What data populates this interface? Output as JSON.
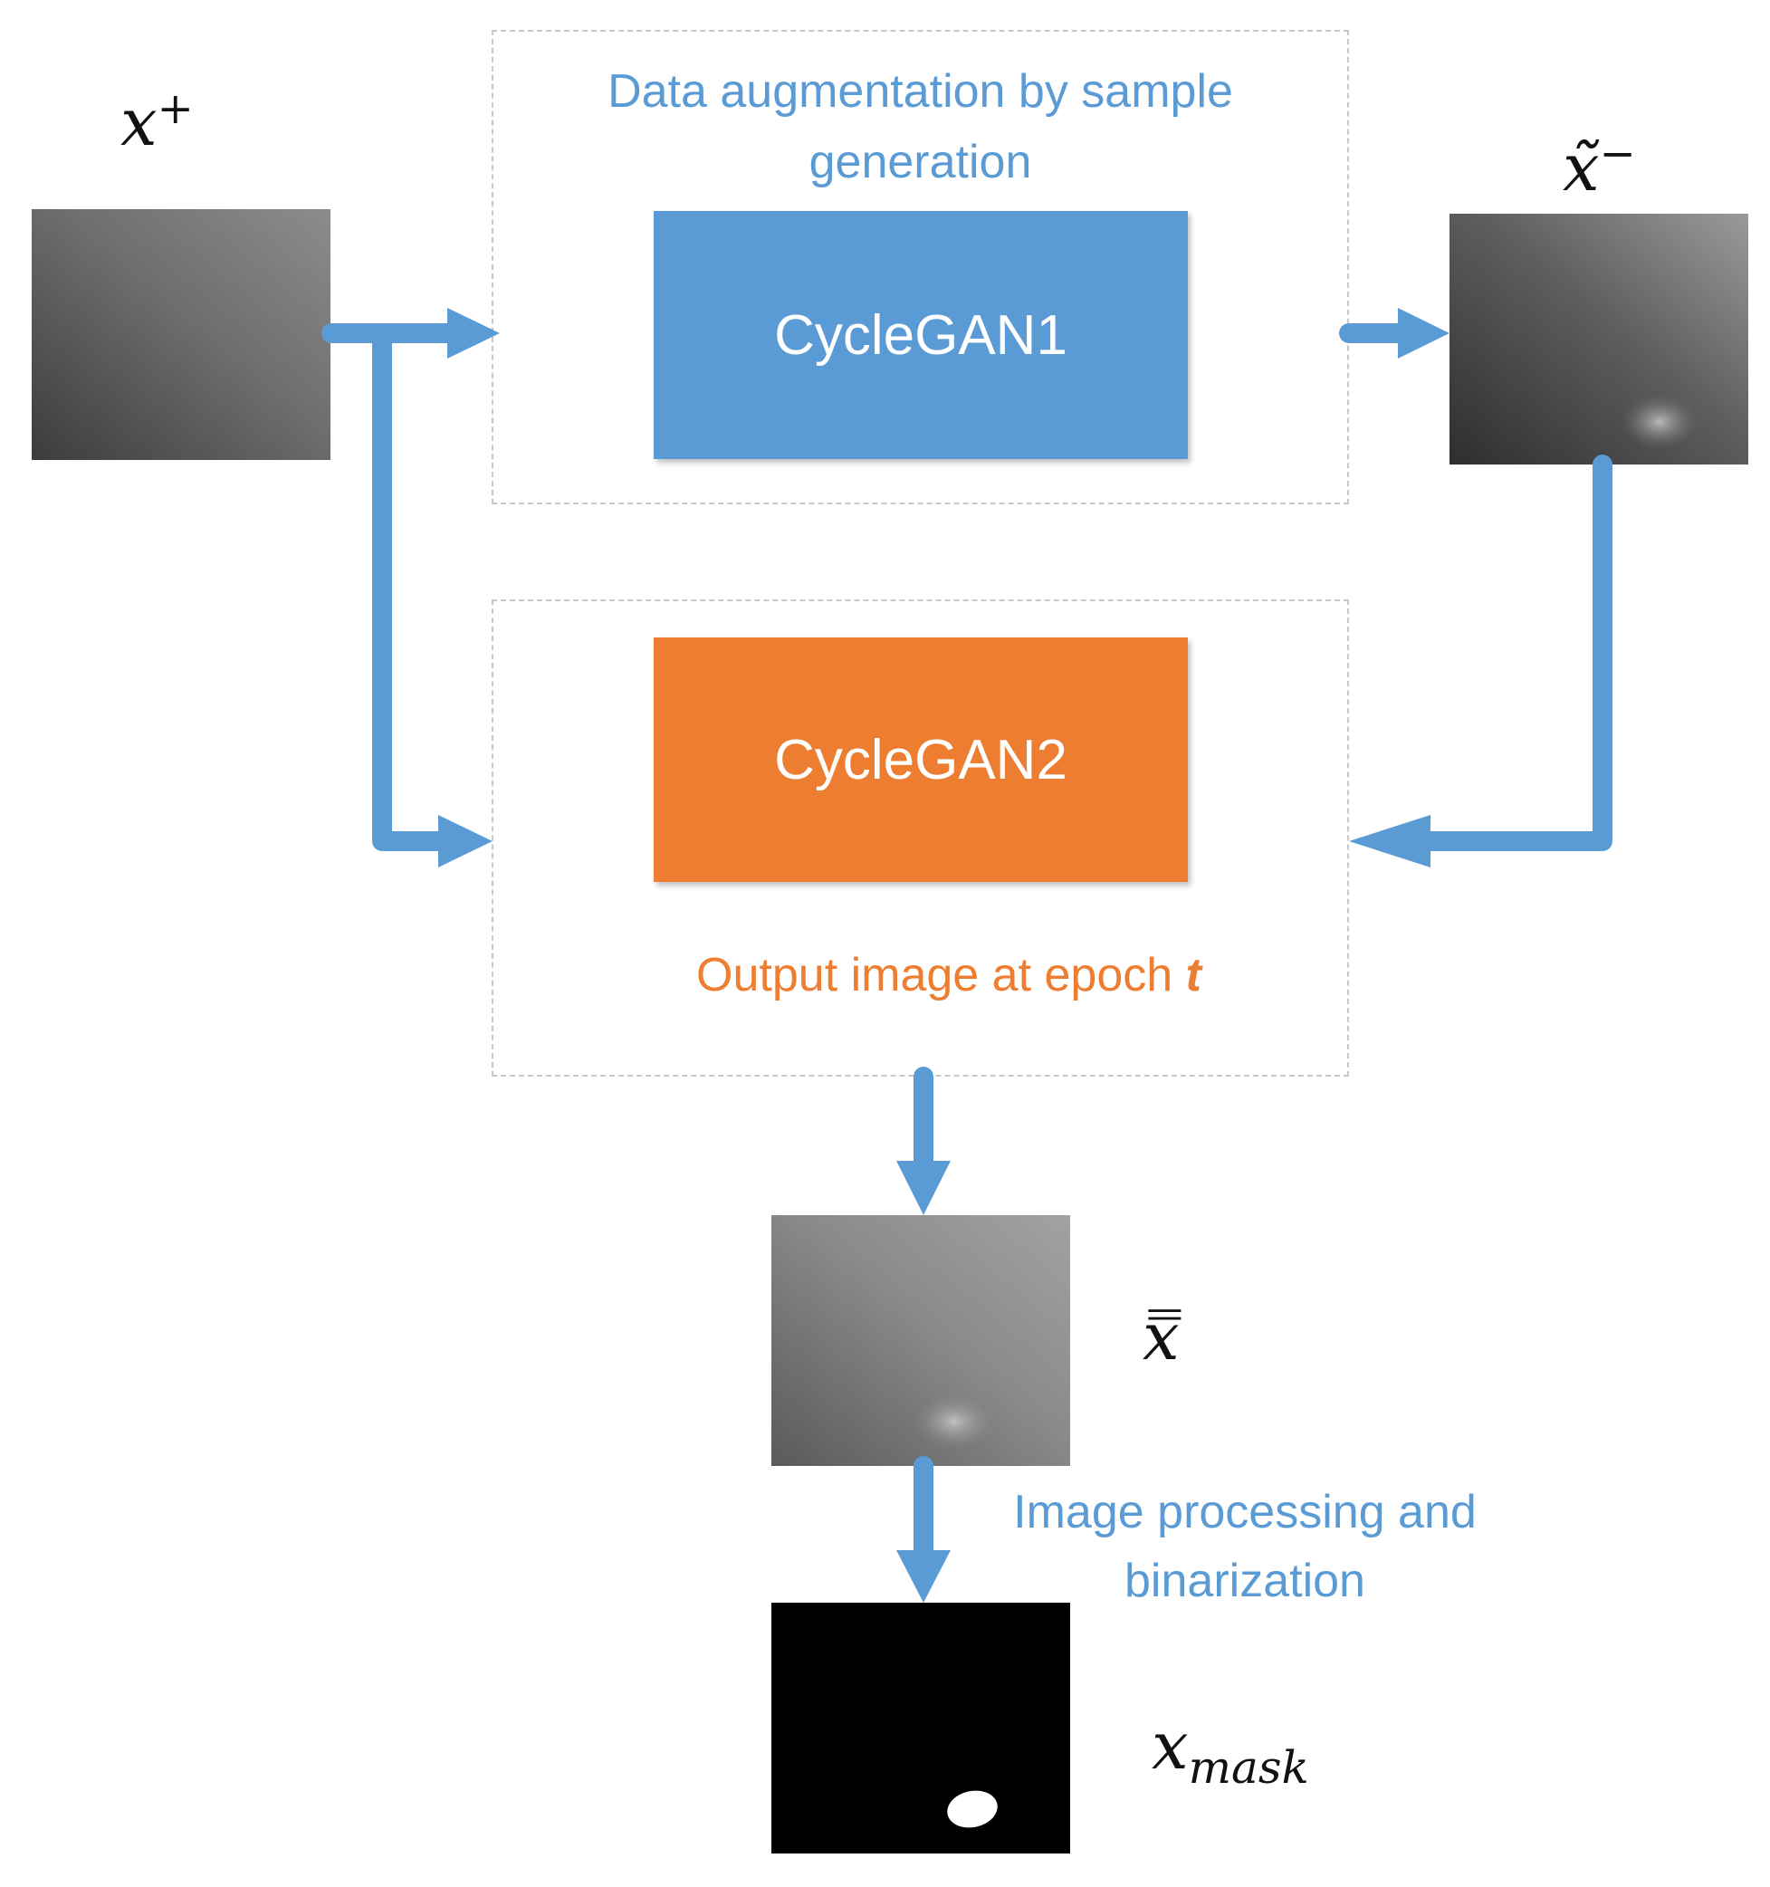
{
  "colors": {
    "flow_blue": "#5b9bd5",
    "gan1_fill": "#5b9bd5",
    "gan2_fill": "#ed7d31",
    "augment_text": "#5b9bd5",
    "epoch_text": "#ed7d31",
    "processing_text": "#5b9bd5"
  },
  "augmentation": {
    "caption_line1": "Data augmentation by sample",
    "caption_line2": "generation",
    "model_label": "CycleGAN1"
  },
  "training": {
    "model_label": "CycleGAN2",
    "caption_prefix": "Output image at epoch ",
    "caption_epoch_symbol": "t"
  },
  "processing": {
    "caption_line1": "Image processing and",
    "caption_line2": "binarization"
  },
  "symbols": {
    "positive_base": "x",
    "positive_sup": "+",
    "negative_base": "x̃",
    "negative_sup": "−",
    "epoch_output": "x̿",
    "mask_base": "x",
    "mask_sub": "mask"
  }
}
